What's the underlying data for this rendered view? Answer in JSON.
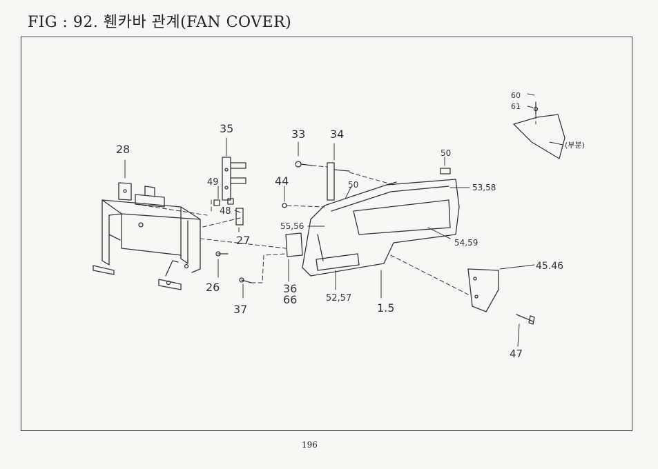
{
  "figure": {
    "title": "FIG : 92. 휀카바 관계(FAN COVER)"
  },
  "page": {
    "number": "196"
  },
  "callouts": {
    "c28": "28",
    "c35": "35",
    "c49": "49",
    "c48": "48",
    "c27": "27",
    "c26": "26",
    "c37": "37",
    "c33": "33",
    "c34": "34",
    "c44": "44",
    "c50a": "50",
    "c50b": "50",
    "c5358": "53,58",
    "c5556": "55,56",
    "c5459": "54,59",
    "c3666a": "36",
    "c3666b": "66",
    "c5257": "52,57",
    "c15": "1.5",
    "c60": "60",
    "c61": "61",
    "c4546": "45.46",
    "c47": "47",
    "detail_note": "(부분)"
  }
}
